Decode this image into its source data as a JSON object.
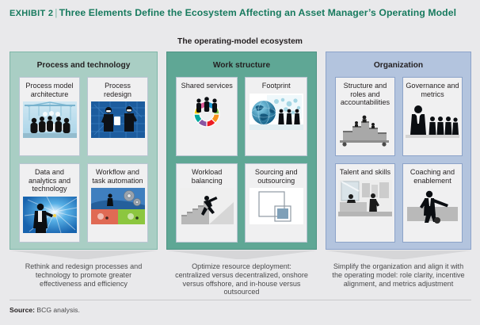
{
  "exhibit": {
    "label": "Exhibit 2",
    "separator": "|",
    "title": "Three Elements Define the Ecosystem Affecting an Asset Manager’s Operating Model"
  },
  "subtitle": "The operating-model ecosystem",
  "colors": {
    "title_green": "#177a5e",
    "column1_bg": "#a9cec4",
    "column2_bg": "#5fa795",
    "column3_bg": "#b3c4de",
    "page_bg": "#e9e9eb",
    "card_bg": "#f0f0f1",
    "caption_text": "#4a4a4c"
  },
  "columns": [
    {
      "heading": "Process and technology",
      "cards": [
        {
          "label": "Process model architecture",
          "art": "meeting-table-photo"
        },
        {
          "label": "Process redesign",
          "art": "two-people-blueprint-photo"
        },
        {
          "label": "Data and analytics and technology",
          "art": "person-starburst-photo"
        },
        {
          "label": "Workflow and task automation",
          "art": "gears-color-tiles-photo"
        }
      ],
      "caption": "Rethink and redesign processes and technology to promote greater effectiveness and efficiency"
    },
    {
      "heading": "Work structure",
      "cards": [
        {
          "label": "Shared services",
          "art": "puzzle-circle-people-photo"
        },
        {
          "label": "Footprint",
          "art": "globe-world-map-people-photo"
        },
        {
          "label": "Workload balancing",
          "art": "stairs-climbing-photo"
        },
        {
          "label": "Sourcing and outsourcing",
          "art": "nested-squares-diagram"
        }
      ],
      "caption": "Optimize resource deployment: centralized versus decentralized, onshore versus offshore, and in-house versus outsourced"
    },
    {
      "heading": "Organization",
      "cards": [
        {
          "label": "Structure and roles and accountabilities",
          "art": "org-blocks-people-photo"
        },
        {
          "label": "Governance and metrics",
          "art": "leader-and-team-photo"
        },
        {
          "label": "Talent and skills",
          "art": "office-interview-photo"
        },
        {
          "label": "Coaching and enablement",
          "art": "coach-pointing-photo"
        }
      ],
      "caption": "Simplify the organization and align it with the operating model: role clarity, incentive alignment, and metrics adjustment"
    }
  ],
  "source": {
    "label": "Source:",
    "text": "BCG analysis."
  }
}
